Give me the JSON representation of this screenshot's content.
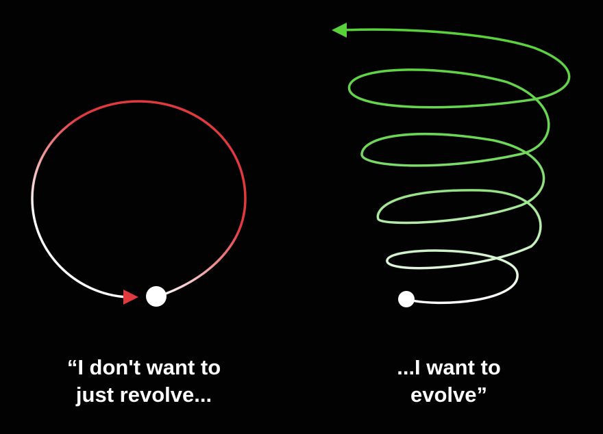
{
  "diagram": {
    "left": {
      "caption_line1": "“I don't want to",
      "caption_line2": "just revolve...",
      "color": "#e0393e",
      "fade_color": "#ffffff"
    },
    "right": {
      "caption_line1": "...I want to",
      "caption_line2": "evolve”",
      "color": "#58d13a",
      "fade_color": "#ffffff"
    }
  }
}
